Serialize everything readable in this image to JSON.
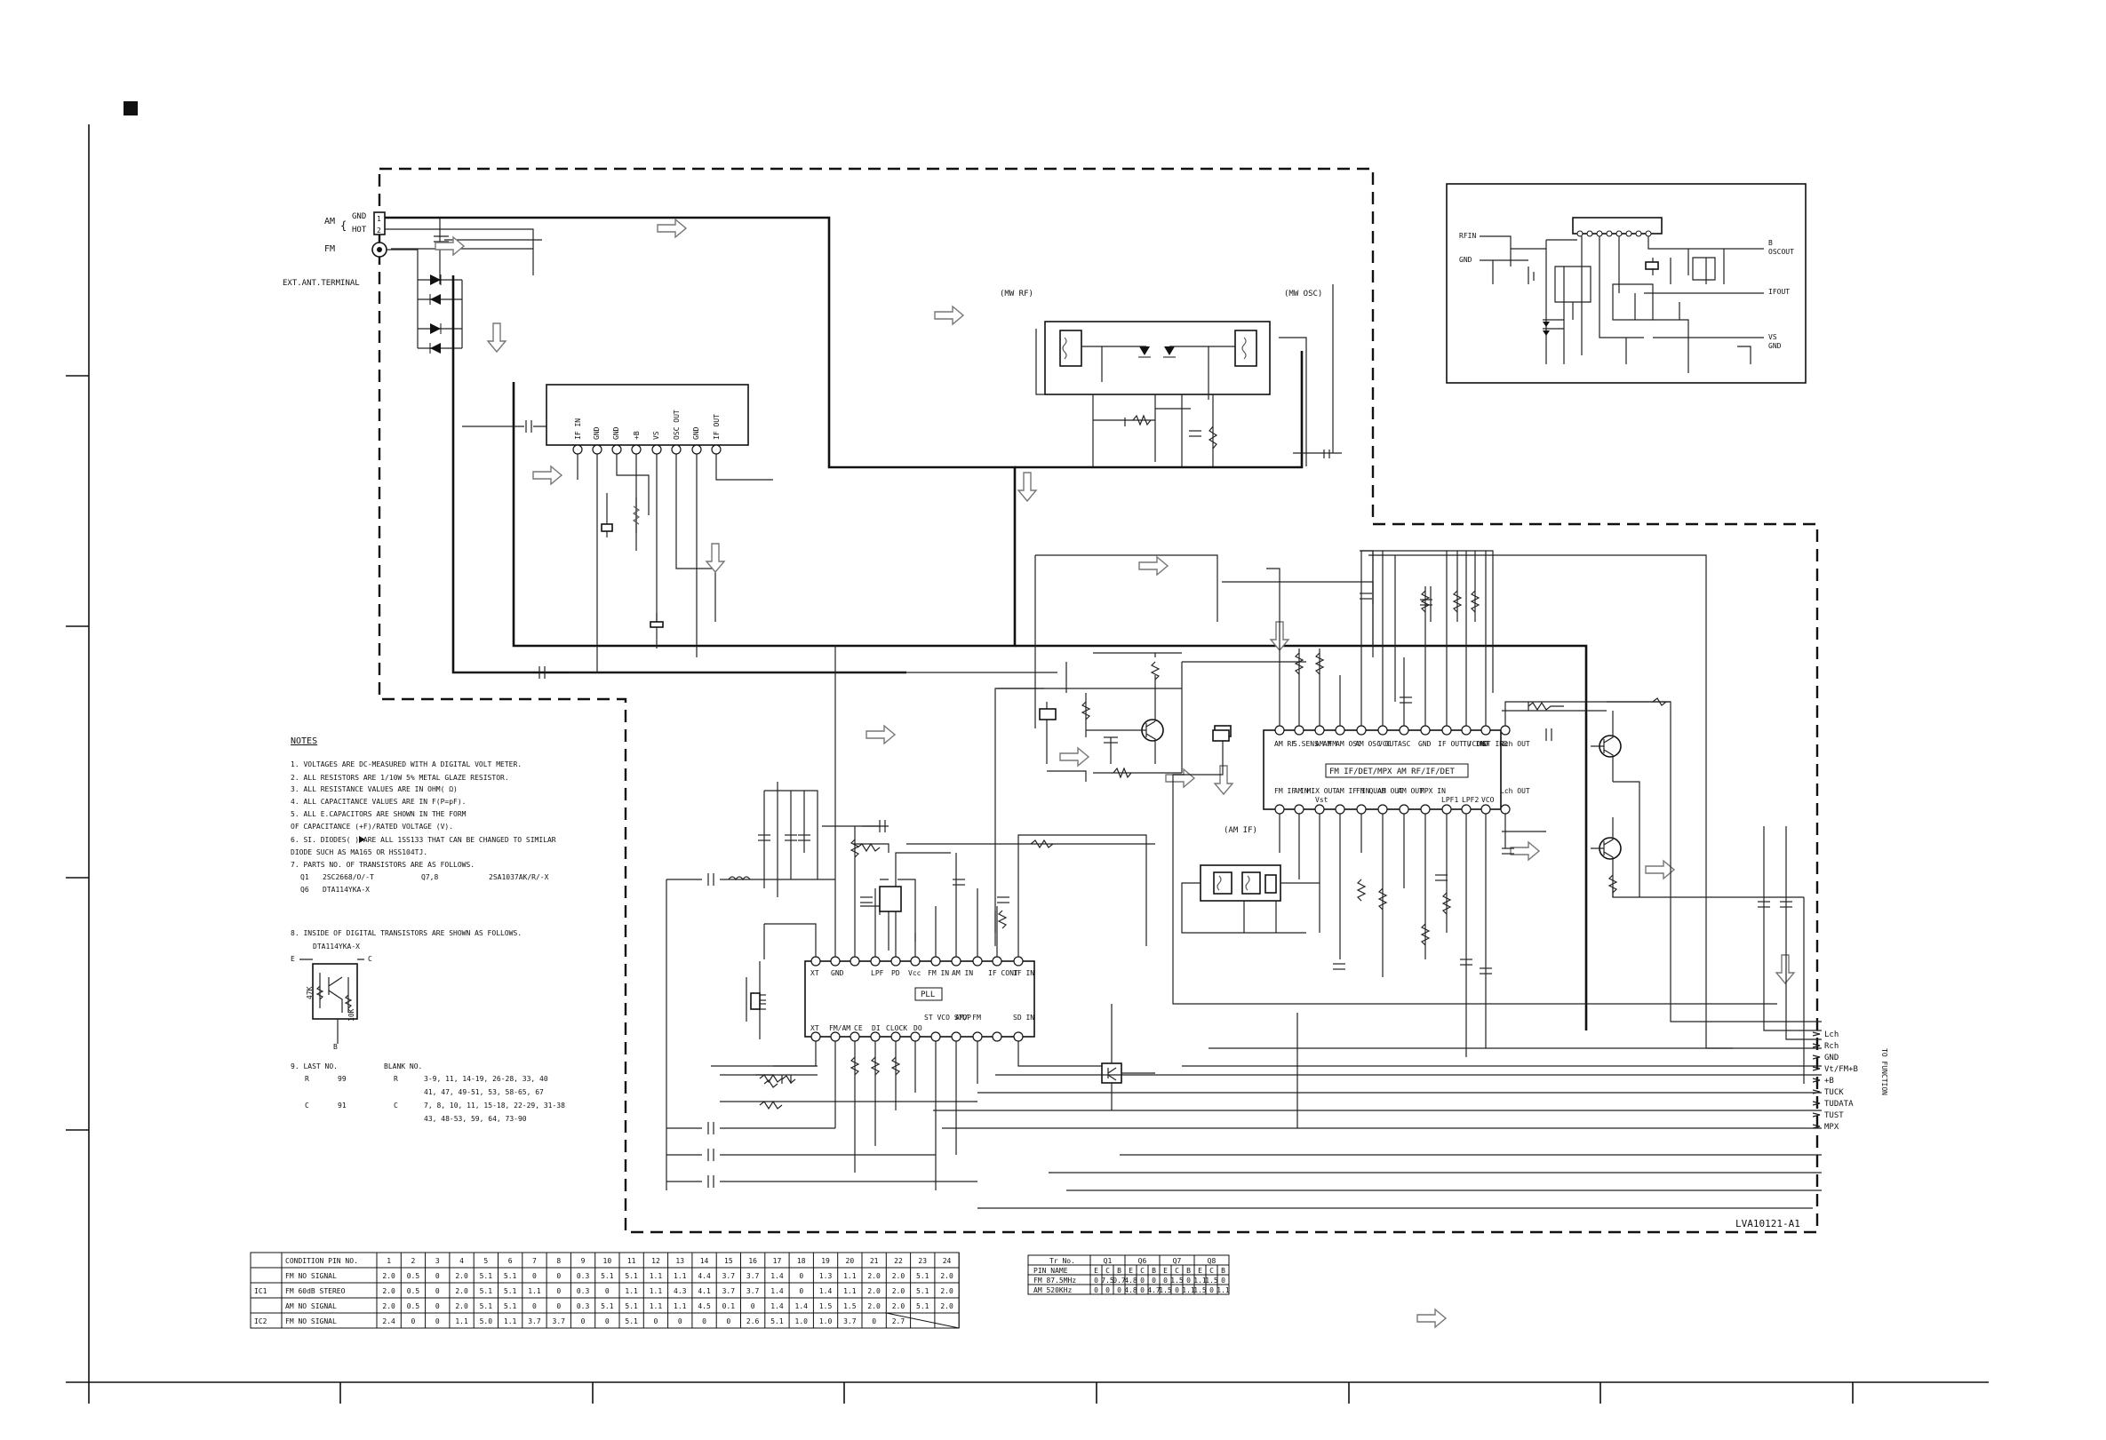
{
  "antenna": {
    "am_label": "AM",
    "am_gnd": "GND",
    "am_hot": "HOT",
    "am_pin1": "1",
    "am_pin2": "2",
    "fm_label": "FM",
    "ext_terminal": "EXT.ANT.TERMINAL"
  },
  "blocks": {
    "mw_rf": "(MW RF)",
    "mw_osc": "(MW OSC)",
    "am_if": "(AM IF)",
    "pll": "PLL",
    "if_block_title": "FM IF/DET/MPX  AM RF/IF/DET"
  },
  "front_end_pins": [
    "IF IN",
    "GND",
    "GND",
    "+B",
    "VS",
    "OSC OUT",
    "GND",
    "IF OUT"
  ],
  "if_ic": {
    "top_pins": [
      "AM RF",
      "S.SENS AM",
      "AM FM",
      "AM OSC",
      "AM OSC OUT",
      "VCC",
      "ASC",
      "GND",
      "IF OUT /CONT",
      "TU IND",
      "ST IND",
      "Rch OUT"
    ],
    "bottom_pins": [
      "FM IF IN",
      "AM MIX OUT",
      "Vst",
      "AM IF IN",
      "FM QUAD",
      "AM OUT",
      "AM OUT",
      "MPX IN",
      "LPF1",
      "LPF2",
      "VCO",
      "Lch OUT"
    ]
  },
  "pll_ic": {
    "top_pins": [
      "XT",
      "GND",
      "LPF",
      "PD",
      "Vcc",
      "FM IN",
      "AM IN",
      "IF CONT",
      "IF IN"
    ],
    "bottom_pins": [
      "XT",
      "FM/AM",
      "CE",
      "DI",
      "CLOCK",
      "DO",
      "ST VCO STOP",
      "AM/ FM",
      "SD IN"
    ]
  },
  "connector": {
    "labels": [
      "Lch",
      "Rch",
      "GND",
      "Vt/FM+B",
      "+B",
      "TUCK",
      "TUDATA",
      "TUST",
      "MPX"
    ],
    "side_label": "TO FUNCTION"
  },
  "model_code": "LVA10121-A1",
  "inset": {
    "labels": [
      "RFIN",
      "GND",
      "B",
      "OSCOUT",
      "IFOUT",
      "VS",
      "GND"
    ]
  },
  "notes": {
    "heading": "NOTES",
    "lines": [
      "1. VOLTAGES ARE DC-MEASURED WITH A DIGITAL      VOLT METER.",
      "2. ALL RESISTORS ARE 1/10W 5% METAL GLAZE RESISTOR.",
      "3. ALL RESISTANCE VALUES ARE IN OHM( Ω)",
      "4. ALL CAPACITANCE VALUES ARE IN  F(P=pF).",
      "5. ALL E.CAPACITORS ARE SHOWN IN THE FORM",
      "     OF CAPACITANCE (+F)/RATED VOLTAGE (V).",
      "6. SI. DIODES(  ) ARE ALL 1SS133 THAT CAN BE CHANGED TO SIMILAR",
      "     DIODE SUCH AS MA165 OR HSS104TJ.",
      "7. PARTS NO. OF TRANSISTORS ARE AS FOLLOWS."
    ],
    "transistors": [
      {
        "ref": "Q1",
        "part": "2SC2668/O/-T",
        "ref2": "Q7,8",
        "part2": "2SA1037AK/R/-X"
      },
      {
        "ref": "Q6",
        "part": "DTA114YKA-X",
        "ref2": "",
        "part2": ""
      }
    ],
    "digital_heading": "8. INSIDE OF DIGITAL TRANSISTORS ARE SHOWN      AS FOLLOWS.",
    "digital_part": "DTA114YKA-X",
    "digital_terms": {
      "e": "E",
      "c": "C",
      "b": "B",
      "r1": "47K",
      "r2": "10K"
    },
    "last_heading": "9. LAST NO.",
    "blank_heading": "BLANK NO.",
    "last_rows": [
      {
        "letter": "R",
        "last": "99",
        "blank_letter": "R",
        "blank": [
          "3-9, 11, 14-19, 26-28, 33, 40",
          "41, 47, 49-51, 53, 58-65, 67"
        ]
      },
      {
        "letter": "C",
        "last": "91",
        "blank_letter": "C",
        "blank": [
          "7, 8, 10, 11, 15-18, 22-29, 31-38",
          "43, 48-53, 59, 64, 73-90"
        ]
      }
    ]
  },
  "voltage_table": {
    "header": [
      "CONDITION PIN NO.",
      "1",
      "2",
      "3",
      "4",
      "5",
      "6",
      "7",
      "8",
      "9",
      "10",
      "11",
      "12",
      "13",
      "14",
      "15",
      "16",
      "17",
      "18",
      "19",
      "20",
      "21",
      "22",
      "23",
      "24"
    ],
    "rows": [
      {
        "group": "",
        "cond": "FM NO SIGNAL",
        "v": [
          "2.0",
          "0.5",
          "0",
          "2.0",
          "5.1",
          "5.1",
          "0",
          "0",
          "0.3",
          "5.1",
          "5.1",
          "1.1",
          "1.1",
          "4.4",
          "3.7",
          "3.7",
          "1.4",
          "0",
          "1.3",
          "1.1",
          "2.0",
          "2.0",
          "5.1",
          "2.0"
        ]
      },
      {
        "group": "IC1",
        "cond": "FM 60dB STEREO",
        "v": [
          "2.0",
          "0.5",
          "0",
          "2.0",
          "5.1",
          "5.1",
          "1.1",
          "0",
          "0.3",
          "0",
          "1.1",
          "1.1",
          "4.3",
          "4.1",
          "3.7",
          "3.7",
          "1.4",
          "0",
          "1.4",
          "1.1",
          "2.0",
          "2.0",
          "5.1",
          "2.0"
        ]
      },
      {
        "group": "",
        "cond": "AM NO SIGNAL",
        "v": [
          "2.0",
          "0.5",
          "0",
          "2.0",
          "5.1",
          "5.1",
          "0",
          "0",
          "0.3",
          "5.1",
          "5.1",
          "1.1",
          "1.1",
          "4.5",
          "0.1",
          "0",
          "1.4",
          "1.4",
          "1.5",
          "1.5",
          "2.0",
          "2.0",
          "5.1",
          "2.0"
        ]
      },
      {
        "group": "IC2",
        "cond": "FM NO SIGNAL",
        "v": [
          "2.4",
          "0",
          "0",
          "1.1",
          "5.0",
          "1.1",
          "3.7",
          "3.7",
          "0",
          "0",
          "5.1",
          "0",
          "0",
          "0",
          "0",
          "2.6",
          "5.1",
          "1.0",
          "1.0",
          "3.7",
          "0",
          "2.7",
          "",
          ""
        ]
      }
    ]
  },
  "transistor_table": {
    "header_label": "Tr No.",
    "transistors": [
      "Q1",
      "Q6",
      "Q7",
      "Q8"
    ],
    "pin_name": "PIN NAME",
    "pins": [
      "E",
      "C",
      "B",
      "E",
      "C",
      "B",
      "E",
      "C",
      "B",
      "E",
      "C",
      "B"
    ],
    "rows": [
      {
        "cond": "FM 87.5MHz",
        "v": [
          "0",
          "7.5",
          "0.7",
          "4.8",
          "0",
          "0",
          "0",
          "1.5",
          "0",
          "1.1",
          "1.5",
          "0"
        ]
      },
      {
        "cond": "AM 520KHz",
        "v": [
          "0",
          "0",
          "0",
          "4.8",
          "0",
          "4.7",
          "1.5",
          "0",
          "1.1",
          "1.5",
          "0",
          "1.1"
        ]
      }
    ]
  }
}
